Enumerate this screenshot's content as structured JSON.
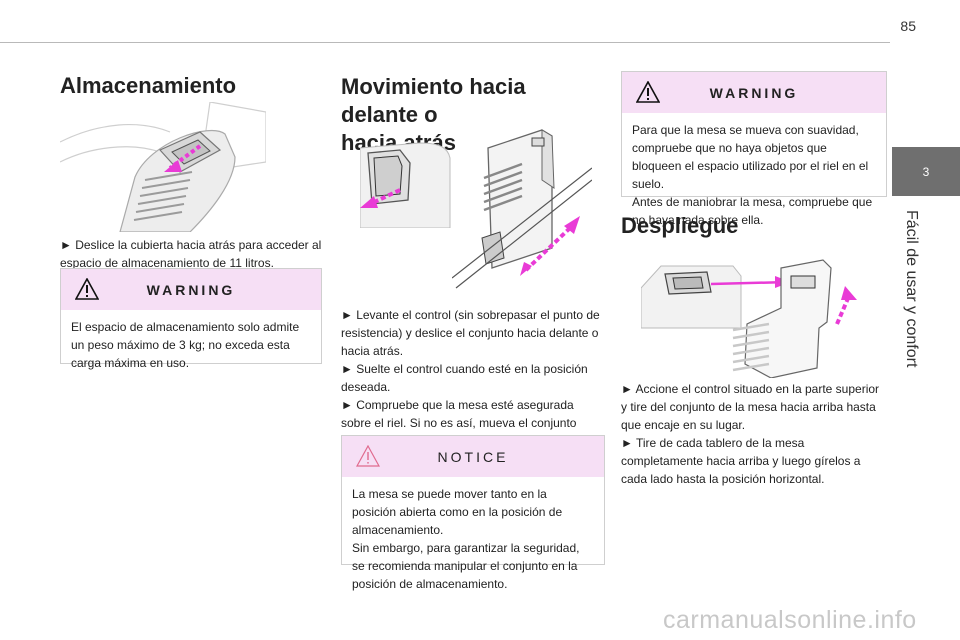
{
  "page_number": "85",
  "chapter": {
    "number": "3",
    "title": "Fácil de usar y confort"
  },
  "storage": {
    "title": "Almacenamiento",
    "instruction": "► Deslice la cubierta hacia atrás para acceder al espacio de almacenamiento de 11 litros.",
    "warning_label": "WARNING",
    "warning_text": "El espacio de almacenamiento solo admite un peso máximo de 3 kg; no exceda esta carga máxima en uso."
  },
  "move": {
    "title_line1": "Movimiento hacia delante o",
    "title_line2": "hacia atrás",
    "step1": "► Levante el control (sin sobrepasar el punto de resistencia) y deslice el conjunto hacia delante o hacia atrás.",
    "step2": "► Suelte el control cuando esté en la posición deseada.",
    "step3": "► Compruebe que la mesa esté asegurada sobre el riel. Si no es así, mueva el conjunto ligeramente hasta la siguiente muesca del riel.",
    "notice_label": "NOTICE",
    "notice_text1": "La mesa se puede mover tanto en la posición abierta como en la posición de almacenamiento.",
    "notice_text2": "Sin embargo, para garantizar la seguridad, se recomienda manipular el conjunto en la posición de almacenamiento."
  },
  "right": {
    "warning_label": "WARNING",
    "warning_text1": "Para que la mesa se mueva con suavidad, compruebe que no haya objetos que bloqueen el espacio utilizado por el riel en el suelo.",
    "warning_text2": "Antes de maniobrar la mesa, compruebe que no haya nada sobre ella.",
    "deploy_title": "Despliegue",
    "step1": "► Accione el control situado en la parte superior y tire del conjunto de la mesa hacia arriba hasta que encaje en su lugar.",
    "step2": "► Tire de cada tablero de la mesa completamente hacia arriba y luego gírelos a cada lado hasta la posición horizontal."
  },
  "watermark": "carmanualsonline.info",
  "colors": {
    "box_header": "#f6dff5",
    "arrow": "#e93bd6",
    "chapter_tab": "#6f6f6f"
  }
}
